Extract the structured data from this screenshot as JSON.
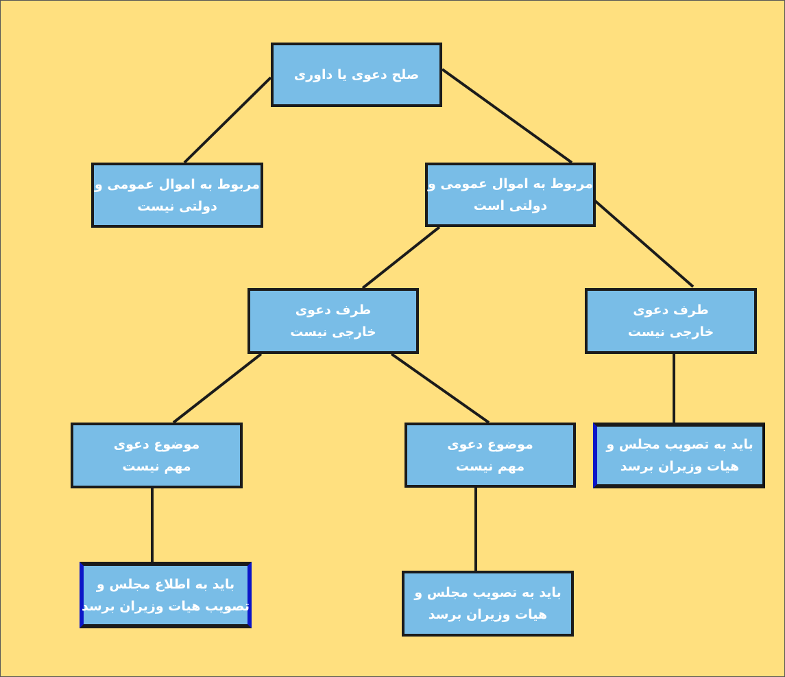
{
  "diagram": {
    "background": "#ffe07f",
    "box_fill": "#79bde7",
    "box_border": "#1b1b1b",
    "text_color": "#ffffff",
    "nodes": [
      {
        "id": "root",
        "lines": [
          "صلح دعوی یا داوری"
        ]
      },
      {
        "id": "not-public-property",
        "lines": [
          "مربوط به اموال عمومی و",
          "دولتی نیست"
        ]
      },
      {
        "id": "public-property",
        "lines": [
          "مربوط به اموال عمومی و",
          "دولتی است"
        ]
      },
      {
        "id": "party-not-foreign-left",
        "lines": [
          "طرف دعوی",
          "خارجی نیست"
        ]
      },
      {
        "id": "party-not-foreign-right",
        "lines": [
          "طرف دعوی",
          "خارجی نیست"
        ]
      },
      {
        "id": "subject-not-important-left",
        "lines": [
          "موضوع دعوی",
          "مهم نیست"
        ]
      },
      {
        "id": "subject-not-important-middle",
        "lines": [
          "موضوع دعوی",
          "مهم نیست"
        ]
      },
      {
        "id": "approval-cabinet-right",
        "lines": [
          "باید به تصویب مجلس و",
          "هیات وزیران برسد"
        ]
      },
      {
        "id": "inform-parliament-cabinet",
        "lines": [
          "باید به اطلاع مجلس و",
          "تصویب هیات وزیران برسد"
        ]
      },
      {
        "id": "approval-cabinet-middle",
        "lines": [
          "باید به تصویب مجلس و",
          "هیات وزیران برسد"
        ]
      }
    ],
    "edges": [
      [
        "root",
        "not-public-property"
      ],
      [
        "root",
        "public-property"
      ],
      [
        "public-property",
        "party-not-foreign-left"
      ],
      [
        "public-property",
        "party-not-foreign-right"
      ],
      [
        "party-not-foreign-left",
        "subject-not-important-left"
      ],
      [
        "party-not-foreign-left",
        "subject-not-important-middle"
      ],
      [
        "party-not-foreign-right",
        "approval-cabinet-right"
      ],
      [
        "subject-not-important-left",
        "inform-parliament-cabinet"
      ],
      [
        "subject-not-important-middle",
        "approval-cabinet-middle"
      ]
    ]
  }
}
